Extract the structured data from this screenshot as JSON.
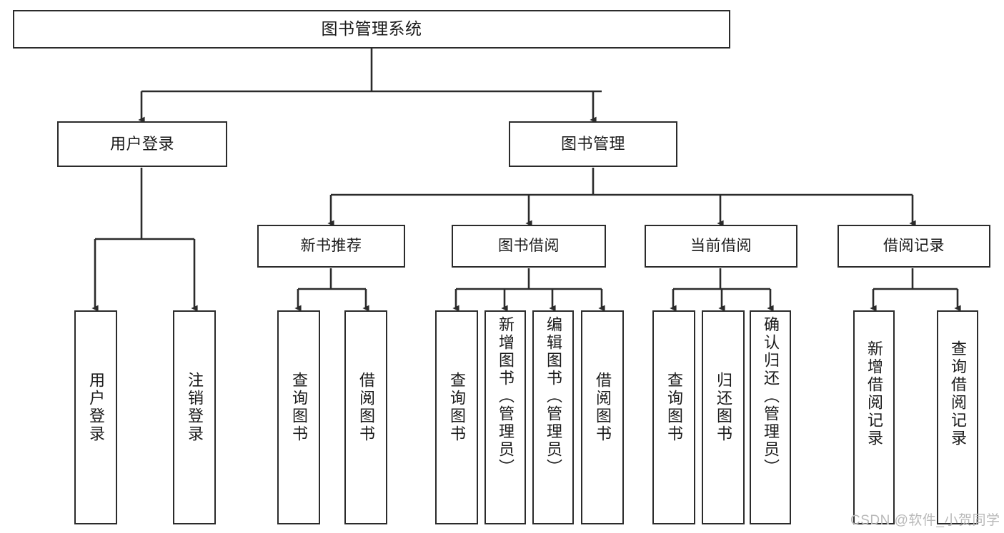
{
  "diagram": {
    "type": "tree-hierarchy",
    "title": "图书管理系统",
    "watermark": "CSDN @软件_小贺同学",
    "colors": {
      "stroke": "#2b2b2b",
      "fill": "#ffffff",
      "text": "#1a1a1a",
      "watermark": "#b9b9b9"
    },
    "nodes": {
      "root": {
        "label": "图书管理系统"
      },
      "level2": [
        {
          "id": "user-login",
          "label": "用户登录"
        },
        {
          "id": "book-manage",
          "label": "图书管理"
        }
      ],
      "level3": [
        {
          "id": "new-book-rec",
          "label": "新书推荐"
        },
        {
          "id": "book-borrow",
          "label": "图书借阅"
        },
        {
          "id": "current-borrow",
          "label": "当前借阅"
        },
        {
          "id": "borrow-record",
          "label": "借阅记录"
        }
      ],
      "leaves": [
        {
          "id": "leaf-user-login",
          "label": "用户登录",
          "parent": "user-login"
        },
        {
          "id": "leaf-logout",
          "label": "注销登录",
          "parent": "user-login"
        },
        {
          "id": "leaf-query-book-1",
          "label": "查询图书",
          "parent": "new-book-rec"
        },
        {
          "id": "leaf-borrow-book-1",
          "label": "借阅图书",
          "parent": "new-book-rec"
        },
        {
          "id": "leaf-query-book-2",
          "label": "查询图书",
          "parent": "book-borrow"
        },
        {
          "id": "leaf-add-book",
          "label": "新增图书（管理员）",
          "parent": "book-borrow"
        },
        {
          "id": "leaf-edit-book",
          "label": "编辑图书（管理员）",
          "parent": "book-borrow"
        },
        {
          "id": "leaf-borrow-book-2",
          "label": "借阅图书",
          "parent": "book-borrow"
        },
        {
          "id": "leaf-query-book-3",
          "label": "查询图书",
          "parent": "current-borrow"
        },
        {
          "id": "leaf-return-book",
          "label": "归还图书",
          "parent": "current-borrow"
        },
        {
          "id": "leaf-confirm-return",
          "label": "确认归还（管理员）",
          "parent": "current-borrow"
        },
        {
          "id": "leaf-add-record",
          "label": "新增借阅记录",
          "parent": "borrow-record"
        },
        {
          "id": "leaf-query-record",
          "label": "查询借阅记录",
          "parent": "borrow-record"
        }
      ]
    }
  }
}
